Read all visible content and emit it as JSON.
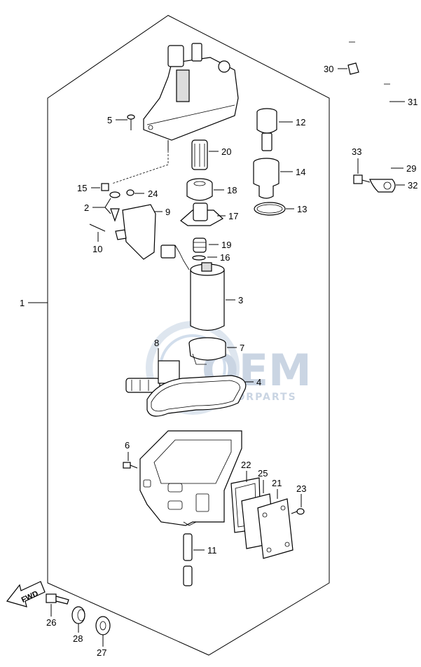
{
  "diagram": {
    "callouts": {
      "p1": "1",
      "p2": "2",
      "p3": "3",
      "p4": "4",
      "p5": "5",
      "p6": "6",
      "p7": "7",
      "p8": "8",
      "p9": "9",
      "p10": "10",
      "p11": "11",
      "p12": "12",
      "p13": "13",
      "p14": "14",
      "p15": "15",
      "p16": "16",
      "p17": "17",
      "p18": "18",
      "p19": "19",
      "p20": "20",
      "p21": "21",
      "p22": "22",
      "p23": "23",
      "p24": "24",
      "p25": "25",
      "p26": "26",
      "p27": "27",
      "p28": "28",
      "p29": "29",
      "p30": "30",
      "p31": "31",
      "p32": "32",
      "p33": "33"
    },
    "fwd_label": "FWD"
  },
  "watermark": {
    "brand": "OEM",
    "sub": "MOTORPARTS",
    "color": "#b9c8da",
    "accent": "#7fa9d3"
  }
}
